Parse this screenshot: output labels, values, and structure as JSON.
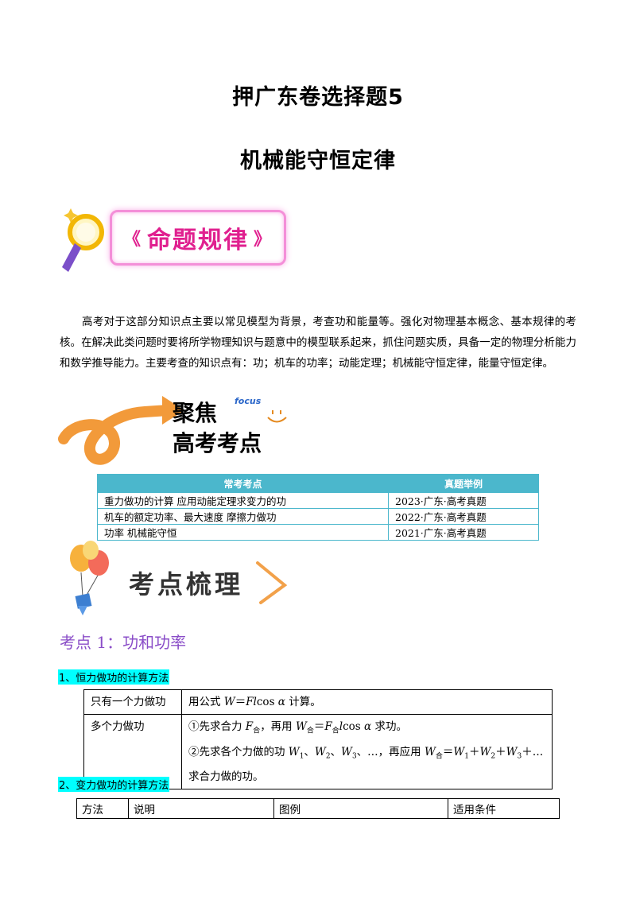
{
  "title": "押广东卷选择题5",
  "subtitle": "机械能守恒定律",
  "banner_rules": "命题规律",
  "intro": "高考对于这部分知识点主要以常见模型为背景，考查功和能量等。强化对物理基本概念、基本规律的考核。在解决此类问题时要将所学物理知识与题意中的模型联系起来，抓住问题实质，具备一定的物理分析能力和数学推导能力。主要考查的知识点有：功；机车的功率；动能定理；机械能守恒定律，能量守恒定律。",
  "banner_focus": {
    "line1": "聚焦",
    "english": "focus",
    "line2": "高考考点"
  },
  "focus_table": {
    "headers": [
      "常考考点",
      "真题举例"
    ],
    "rows": [
      [
        "重力做功的计算  应用动能定理求变力的功",
        "2023·广东·高考真题"
      ],
      [
        "机车的额定功率、最大速度  摩擦力做功",
        "2022·广东·高考真题"
      ],
      [
        "功率  机械能守恒",
        "2021·广东·高考真题"
      ]
    ]
  },
  "banner_review": "考点梳理",
  "section1_title": "考点 1：功和功率",
  "heading1": "1、恒力做功的计算方法",
  "table1": {
    "row1_label": "只有一个力做功",
    "row2_label": "多个力做功"
  },
  "heading2": "2、变力做功的计算方法",
  "table2_headers": [
    "方法",
    "说明",
    "图例",
    "适用条件"
  ],
  "colors": {
    "accent_pink": "#e0208f",
    "table_header": "#4bb7cc",
    "section_purple": "#8a4dc8",
    "highlight": "#00ffff"
  }
}
